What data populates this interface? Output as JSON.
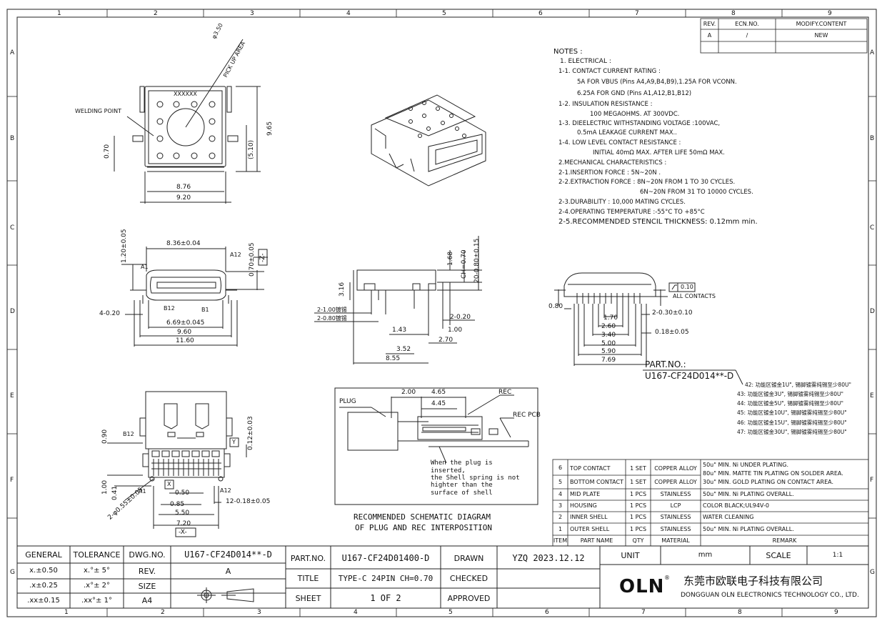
{
  "grid": {
    "columns": [
      "1",
      "2",
      "3",
      "4",
      "5",
      "6",
      "7",
      "8",
      "9"
    ],
    "rows": [
      "A",
      "B",
      "C",
      "D",
      "E",
      "F",
      "G"
    ]
  },
  "revision_table": {
    "headers": [
      "REV.",
      "ECN.NO.",
      "MODIFY.CONTENT"
    ],
    "row": [
      "A",
      "/",
      "NEW"
    ]
  },
  "notes": {
    "title": "NOTES :",
    "lines": [
      "1. ELECTRICAL :",
      "1-1. CONTACT CURRENT RATING :",
      "5A FOR VBUS (Pins A4,A9,B4,B9),1.25A FOR VCONN.",
      "6.25A FOR GND (Pins A1,A12,B1,B12)",
      "1-2. INSULATION RESISTANCE :",
      "100 MEGAOHMS. AT 300VDC.",
      "1-3. DIEELECTRIC WITHSTANDING VOLTAGE :100VAC,",
      "0.5mA LEAKAGE CURRENT MAX..",
      "1-4. LOW LEVEL CONTACT RESISTANCE :",
      "INITIAL 40mΩ MAX. AFTER LIFE 50mΩ MAX.",
      "2.MECHANICAL CHARACTERISTICS :",
      "2-1.INSERTION FORCE : 5N~20N .",
      "2-2.EXTRACTION FORCE : 8N~20N FROM 1 TO 30 CYCLES.",
      "6N~20N FROM 31 TO 10000 CYCLES.",
      "2-3.DURABILITY : 10,000 MATING CYCLES.",
      "2-4.OPERATING TEMPERATURE :-55°C TO +85°C",
      "2-5.RECOMMENDED STENCIL THICKNESS: 0.12mm min."
    ]
  },
  "views": {
    "top": {
      "pick_up_area": "PICK UP AREA",
      "dia": "φ3.50",
      "marking": "XXXXXX",
      "welding_point": "WELDING POINT",
      "dims": [
        "8.76",
        "9.20",
        "9.65",
        "(5.10)",
        "0.70"
      ]
    },
    "front": {
      "dims": [
        "8.36±0.04",
        "1.20±0.05",
        "0.70±0.05",
        "-Z-",
        "A12",
        "A1",
        "B12",
        "B1",
        "4-0.20",
        "6.69±0.045",
        "9.60",
        "11.60"
      ]
    },
    "side": {
      "dims": [
        "1.68",
        "CH=0.70",
        "20-0.80±0.15",
        "3.16",
        "2-1.00镀锡",
        "2-0.80镀锡",
        "2-0.20",
        "1.43",
        "1.00",
        "2.70",
        "3.52",
        "8.55"
      ]
    },
    "rear": {
      "flatness": "0.10",
      "flatness_note": "ALL CONTACTS",
      "dims": [
        "0.80",
        "2-0.30±0.10",
        "1.70",
        "2.60",
        "3.40",
        "0.18±0.05",
        "5.00",
        "5.90",
        "7.69"
      ]
    },
    "pcb": {
      "labels": [
        "B12",
        "A1",
        "A12",
        "0.90",
        "1.00",
        "0.41",
        "0.12±0.03",
        "Y",
        "X",
        "2-φ0.55±0.05",
        "0.50",
        "0.85",
        "5.50",
        "7.20",
        "-X-",
        "12-0.18±0.05"
      ]
    }
  },
  "part_no": {
    "label": "PART.NO.:",
    "code": "U167-CF24D014**-D",
    "options": [
      "42: 功能区镀金1U\", 锡脚镀雾纯锡至少80U\"",
      "43: 功能区镀金3U\", 锡脚镀雾纯锡至少80U\"",
      "44: 功能区镀金5U\", 锡脚镀雾纯锡至少80U\"",
      "45: 功能区镀金10U\", 锡脚镀雾纯锡至少80U\"",
      "46: 功能区镀金15U\", 锡脚镀雾纯锡至少80U\"",
      "47: 功能区镀金30U\", 锡脚镀雾纯锡至少80U\""
    ]
  },
  "schematic": {
    "labels": [
      "PLUG",
      "REC",
      "REC PCB",
      "2.00",
      "4.65",
      "4.45"
    ],
    "note": [
      "When the plug is",
      "inserted,",
      "the Shell spring is not",
      "highter than the",
      "surface of shell"
    ],
    "caption": [
      "RECOMMENDED SCHEMATIC DIAGRAM",
      "OF PLUG AND REC INTERPOSITION"
    ]
  },
  "bom": {
    "headers": [
      "ITEM",
      "PART NAME",
      "QTY",
      "MATERIAL",
      "REMARK"
    ],
    "rows": [
      {
        "item": "6",
        "name": "TOP CONTACT",
        "qty": "1 SET",
        "material": "COPPER ALLOY",
        "remark": [
          "50u\" MIN. Ni UNDER PLATING.",
          "80u\" MIN. MATTE TIN PLATING ON SOLDER AREA.",
          "30u\" MIN. GOLD PLATING ON CONTACT AREA."
        ]
      },
      {
        "item": "5",
        "name": "BOTTOM CONTACT",
        "qty": "1 SET",
        "material": "COPPER ALLOY",
        "remark": []
      },
      {
        "item": "4",
        "name": "MID PLATE",
        "qty": "1 PCS",
        "material": "STAINLESS",
        "remark": [
          "50u\" MIN. Ni PLATING OVERALL."
        ]
      },
      {
        "item": "3",
        "name": "HOUSING",
        "qty": "1 PCS",
        "material": "LCP",
        "remark": [
          "COLOR BLACK;UL94V-0"
        ]
      },
      {
        "item": "2",
        "name": "INNER SHELL",
        "qty": "1 PCS",
        "material": "STAINLESS",
        "remark": [
          "WATER CLEANING"
        ]
      },
      {
        "item": "1",
        "name": "OUTER SHELL",
        "qty": "1 PCS",
        "material": "STAINLESS",
        "remark": [
          "50u\" MIN. Ni PLATING OVERALL."
        ]
      }
    ]
  },
  "title_block": {
    "general": "GENERAL",
    "tolerance": "TOLERANCE",
    "dwg_no_label": "DWG.NO.",
    "dwg_no": "U167-CF24D014**-D",
    "tol_rows": [
      [
        "x.±0.50",
        "x.°± 5°"
      ],
      [
        ".x±0.25",
        ".x°± 2°"
      ],
      [
        ".xx±0.15",
        ".xx°± 1°"
      ]
    ],
    "rev_label": "REV.",
    "rev": "A",
    "size_label": "SIZE",
    "size": "A4",
    "part_no_label": "PART.NO.",
    "part_no": "U167-CF24D01400-D",
    "title_label": "TITLE",
    "title": "TYPE-C 24PIN CH=0.70",
    "sheet_label": "SHEET",
    "sheet": "1 OF 2",
    "drawn_label": "DRAWN",
    "drawn": "YZQ 2023.12.12",
    "checked_label": "CHECKED",
    "approved_label": "APPROVED",
    "unit_label": "UNIT",
    "unit": "mm",
    "scale_label": "SCALE",
    "scale": "1:1",
    "logo": "OLN",
    "company_cn": "东莞市欧联电子科技有限公司",
    "company_en": "DONGGUAN OLN ELECTRONICS TECHNOLOGY CO., LTD."
  }
}
